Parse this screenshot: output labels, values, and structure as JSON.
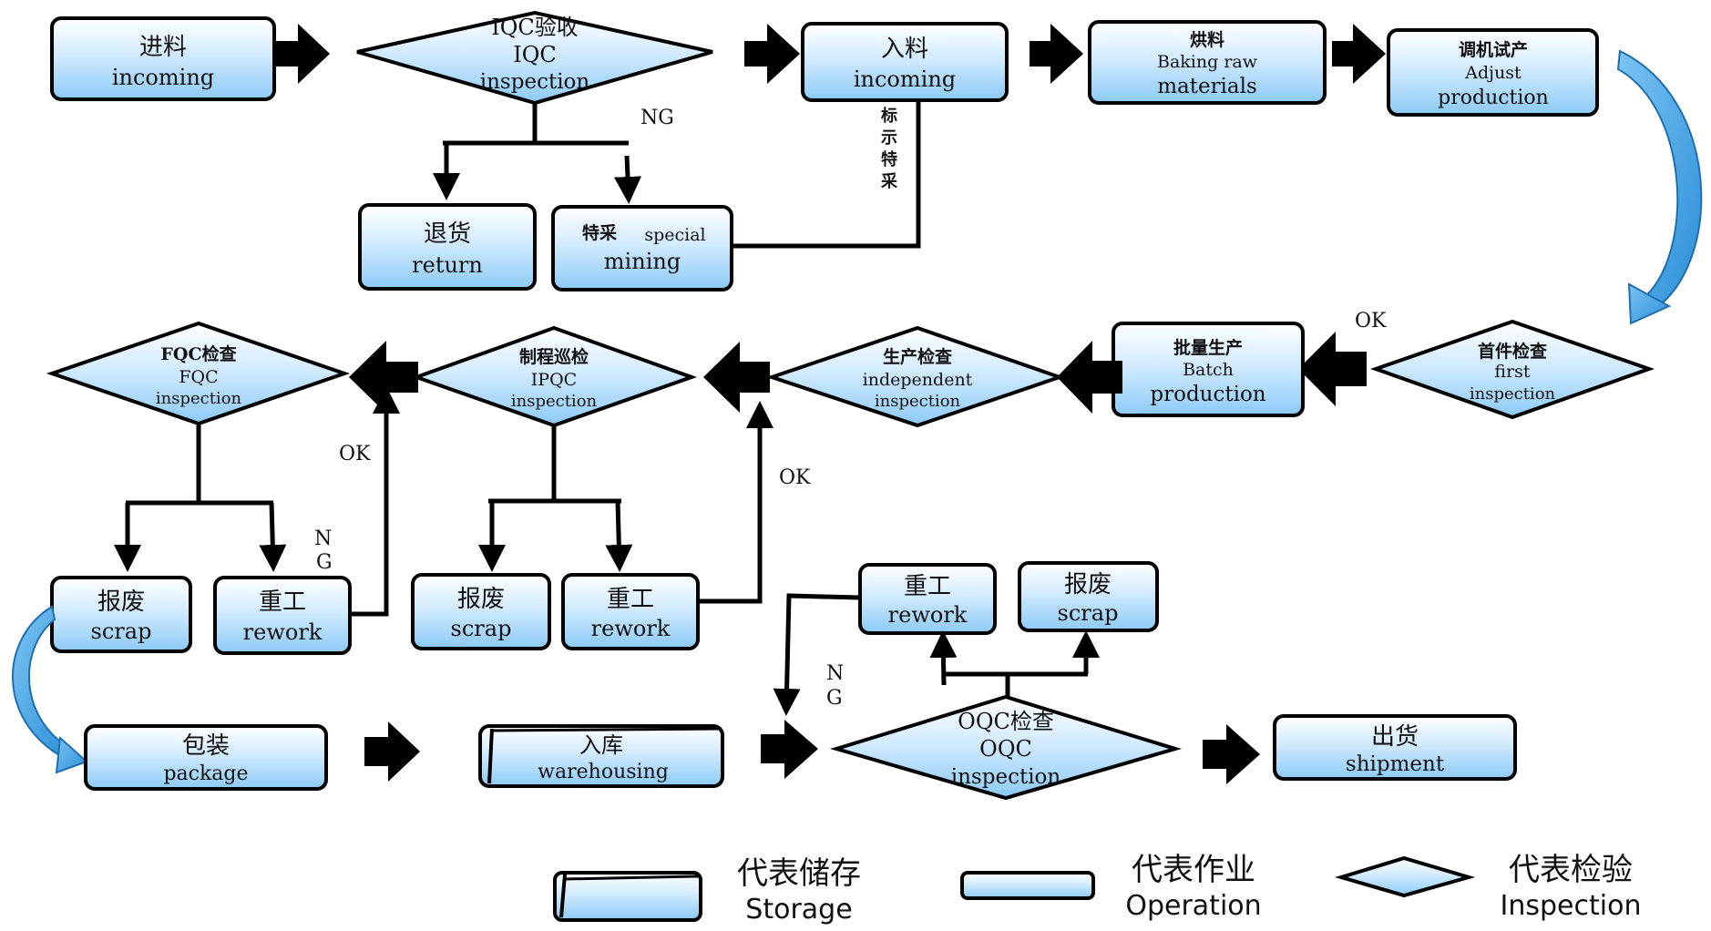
{
  "colors": {
    "node_fill_top": "#ffffff",
    "node_fill_mid": "#d2ebff",
    "node_fill_bottom": "#8ccaf5",
    "stroke": "#000000",
    "curve_arrow": "#2b8fd8",
    "curve_arrow_light": "#7cc4f2"
  },
  "nodes": {
    "incoming_1": {
      "zh": "进料",
      "en": "incoming"
    },
    "iqc": {
      "zh": "IQC验收",
      "en1": "IQC",
      "en2": "inspection"
    },
    "incoming_2": {
      "zh": "入料",
      "en": "incoming"
    },
    "baking": {
      "zh": "烘料",
      "en1": "Baking raw",
      "en2": "materials"
    },
    "adjust": {
      "zh": "调机试产",
      "en1": "Adjust",
      "en2": "production"
    },
    "return": {
      "zh": "退货",
      "en": "return"
    },
    "special_mining": {
      "zh": "特采",
      "en_inline": "special",
      "en": "mining"
    },
    "first_inspection": {
      "zh": "首件检查",
      "en1": "first",
      "en2": "inspection"
    },
    "batch": {
      "zh": "批量生产",
      "en1": "Batch",
      "en2": "production"
    },
    "independent": {
      "zh": "生产检查",
      "en1": "independent",
      "en2": "inspection"
    },
    "ipqc": {
      "zh": "制程巡检",
      "en1": "IPQC",
      "en2": "inspection"
    },
    "fqc": {
      "zh": "FQC检查",
      "en1": "FQC",
      "en2": "inspection"
    },
    "scrap_1": {
      "zh": "报废",
      "en": "scrap"
    },
    "rework_1": {
      "zh": "重工",
      "en": "rework"
    },
    "scrap_2": {
      "zh": "报废",
      "en": "scrap"
    },
    "rework_2": {
      "zh": "重工",
      "en": "rework"
    },
    "rework_3": {
      "zh": "重工",
      "en": "rework"
    },
    "scrap_3": {
      "zh": "报废",
      "en": "scrap"
    },
    "package": {
      "zh": "包装",
      "en": "package"
    },
    "warehousing": {
      "zh": "入库",
      "en": "warehousing"
    },
    "oqc": {
      "zh": "OQC检查",
      "en1": "OQC",
      "en2": "inspection"
    },
    "shipment": {
      "zh": "出货",
      "en": "shipment"
    }
  },
  "labels": {
    "ng_iqc": "NG",
    "mark_special": [
      "标",
      "示",
      "特",
      "采"
    ],
    "ok_first": "OK",
    "ok_rework_1": "OK",
    "ok_rework_2": "OK",
    "ng_fqc": [
      "N",
      "G"
    ],
    "ng_oqc": [
      "N",
      "G"
    ]
  },
  "legend": {
    "storage": {
      "zh": "代表储存",
      "en": "Storage"
    },
    "operation": {
      "zh": "代表作业",
      "en": "Operation"
    },
    "inspection": {
      "zh": "代表检验",
      "en": "Inspection"
    }
  }
}
